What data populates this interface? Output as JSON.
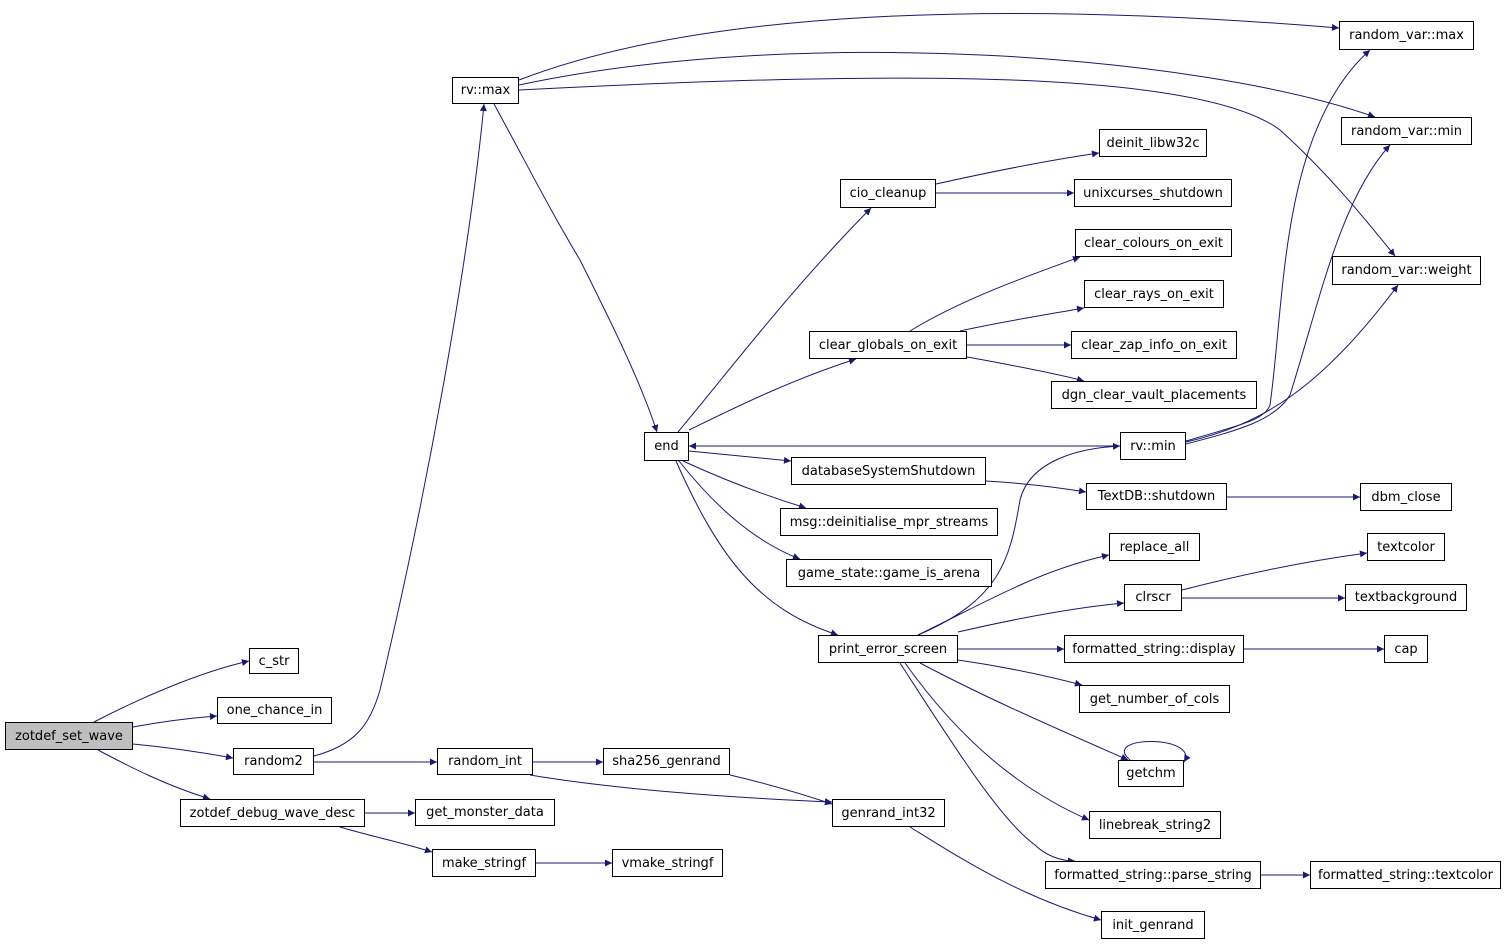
{
  "graph": {
    "title": "",
    "edge_color": "#191970",
    "root_fill": "#bfbfbf",
    "nodes": {
      "zotdef_set_wave": "zotdef_set_wave",
      "c_str": "c_str",
      "one_chance_in": "one_chance_in",
      "random2": "random2",
      "zotdef_debug_wave_desc": "zotdef_debug_wave_desc",
      "rv_max": "rv::max",
      "random_int": "random_int",
      "sha256_genrand": "sha256_genrand",
      "genrand_int32": "genrand_int32",
      "get_monster_data": "get_monster_data",
      "make_stringf": "make_stringf",
      "vmake_stringf": "vmake_stringf",
      "end": "end",
      "cio_cleanup": "cio_cleanup",
      "deinit_libw32c": "deinit_libw32c",
      "unixcurses_shutdown": "unixcurses_shutdown",
      "clear_globals_on_exit": "clear_globals_on_exit",
      "clear_colours_on_exit": "clear_colours_on_exit",
      "clear_rays_on_exit": "clear_rays_on_exit",
      "clear_zap_info_on_exit": "clear_zap_info_on_exit",
      "dgn_clear_vault_placements": "dgn_clear_vault_placements",
      "rv_min": "rv::min",
      "random_var_max": "random_var::max",
      "random_var_min": "random_var::min",
      "random_var_weight": "random_var::weight",
      "databaseSystemShutdown": "databaseSystemShutdown",
      "TextDB_shutdown": "TextDB::shutdown",
      "dbm_close": "dbm_close",
      "msg_deinitialise_mpr_streams": "msg::deinitialise_mpr_streams",
      "game_state_game_is_arena": "game_state::game_is_arena",
      "print_error_screen": "print_error_screen",
      "replace_all": "replace_all",
      "clrscr": "clrscr",
      "textcolor": "textcolor",
      "textbackground": "textbackground",
      "formatted_string_display": "formatted_string::display",
      "cap": "cap",
      "get_number_of_cols": "get_number_of_cols",
      "getchm": "getchm",
      "linebreak_string2": "linebreak_string2",
      "formatted_string_parse_string": "formatted_string::parse_string",
      "formatted_string_textcolor": "formatted_string::textcolor",
      "init_genrand": "init_genrand"
    },
    "edges": [
      [
        "zotdef_set_wave",
        "c_str"
      ],
      [
        "zotdef_set_wave",
        "one_chance_in"
      ],
      [
        "zotdef_set_wave",
        "random2"
      ],
      [
        "zotdef_set_wave",
        "zotdef_debug_wave_desc"
      ],
      [
        "random2",
        "rv_max"
      ],
      [
        "random2",
        "random_int"
      ],
      [
        "random_int",
        "sha256_genrand"
      ],
      [
        "random_int",
        "genrand_int32"
      ],
      [
        "sha256_genrand",
        "genrand_int32"
      ],
      [
        "genrand_int32",
        "init_genrand"
      ],
      [
        "zotdef_debug_wave_desc",
        "get_monster_data"
      ],
      [
        "zotdef_debug_wave_desc",
        "make_stringf"
      ],
      [
        "make_stringf",
        "vmake_stringf"
      ],
      [
        "rv_max",
        "random_var_max"
      ],
      [
        "rv_max",
        "random_var_min"
      ],
      [
        "rv_max",
        "random_var_weight"
      ],
      [
        "rv_max",
        "end"
      ],
      [
        "end",
        "cio_cleanup"
      ],
      [
        "end",
        "clear_globals_on_exit"
      ],
      [
        "end",
        "databaseSystemShutdown"
      ],
      [
        "end",
        "msg_deinitialise_mpr_streams"
      ],
      [
        "end",
        "game_state_game_is_arena"
      ],
      [
        "end",
        "print_error_screen"
      ],
      [
        "cio_cleanup",
        "deinit_libw32c"
      ],
      [
        "cio_cleanup",
        "unixcurses_shutdown"
      ],
      [
        "clear_globals_on_exit",
        "clear_colours_on_exit"
      ],
      [
        "clear_globals_on_exit",
        "clear_rays_on_exit"
      ],
      [
        "clear_globals_on_exit",
        "clear_zap_info_on_exit"
      ],
      [
        "clear_globals_on_exit",
        "dgn_clear_vault_placements"
      ],
      [
        "rv_min",
        "end"
      ],
      [
        "rv_min",
        "random_var_max"
      ],
      [
        "rv_min",
        "random_var_min"
      ],
      [
        "rv_min",
        "random_var_weight"
      ],
      [
        "databaseSystemShutdown",
        "TextDB_shutdown"
      ],
      [
        "TextDB_shutdown",
        "dbm_close"
      ],
      [
        "print_error_screen",
        "rv_min"
      ],
      [
        "print_error_screen",
        "replace_all"
      ],
      [
        "print_error_screen",
        "clrscr"
      ],
      [
        "print_error_screen",
        "formatted_string_display"
      ],
      [
        "print_error_screen",
        "get_number_of_cols"
      ],
      [
        "print_error_screen",
        "getchm"
      ],
      [
        "print_error_screen",
        "linebreak_string2"
      ],
      [
        "print_error_screen",
        "formatted_string_parse_string"
      ],
      [
        "clrscr",
        "textcolor"
      ],
      [
        "clrscr",
        "textbackground"
      ],
      [
        "formatted_string_display",
        "cap"
      ],
      [
        "getchm",
        "getchm"
      ],
      [
        "formatted_string_parse_string",
        "formatted_string_textcolor"
      ]
    ]
  }
}
